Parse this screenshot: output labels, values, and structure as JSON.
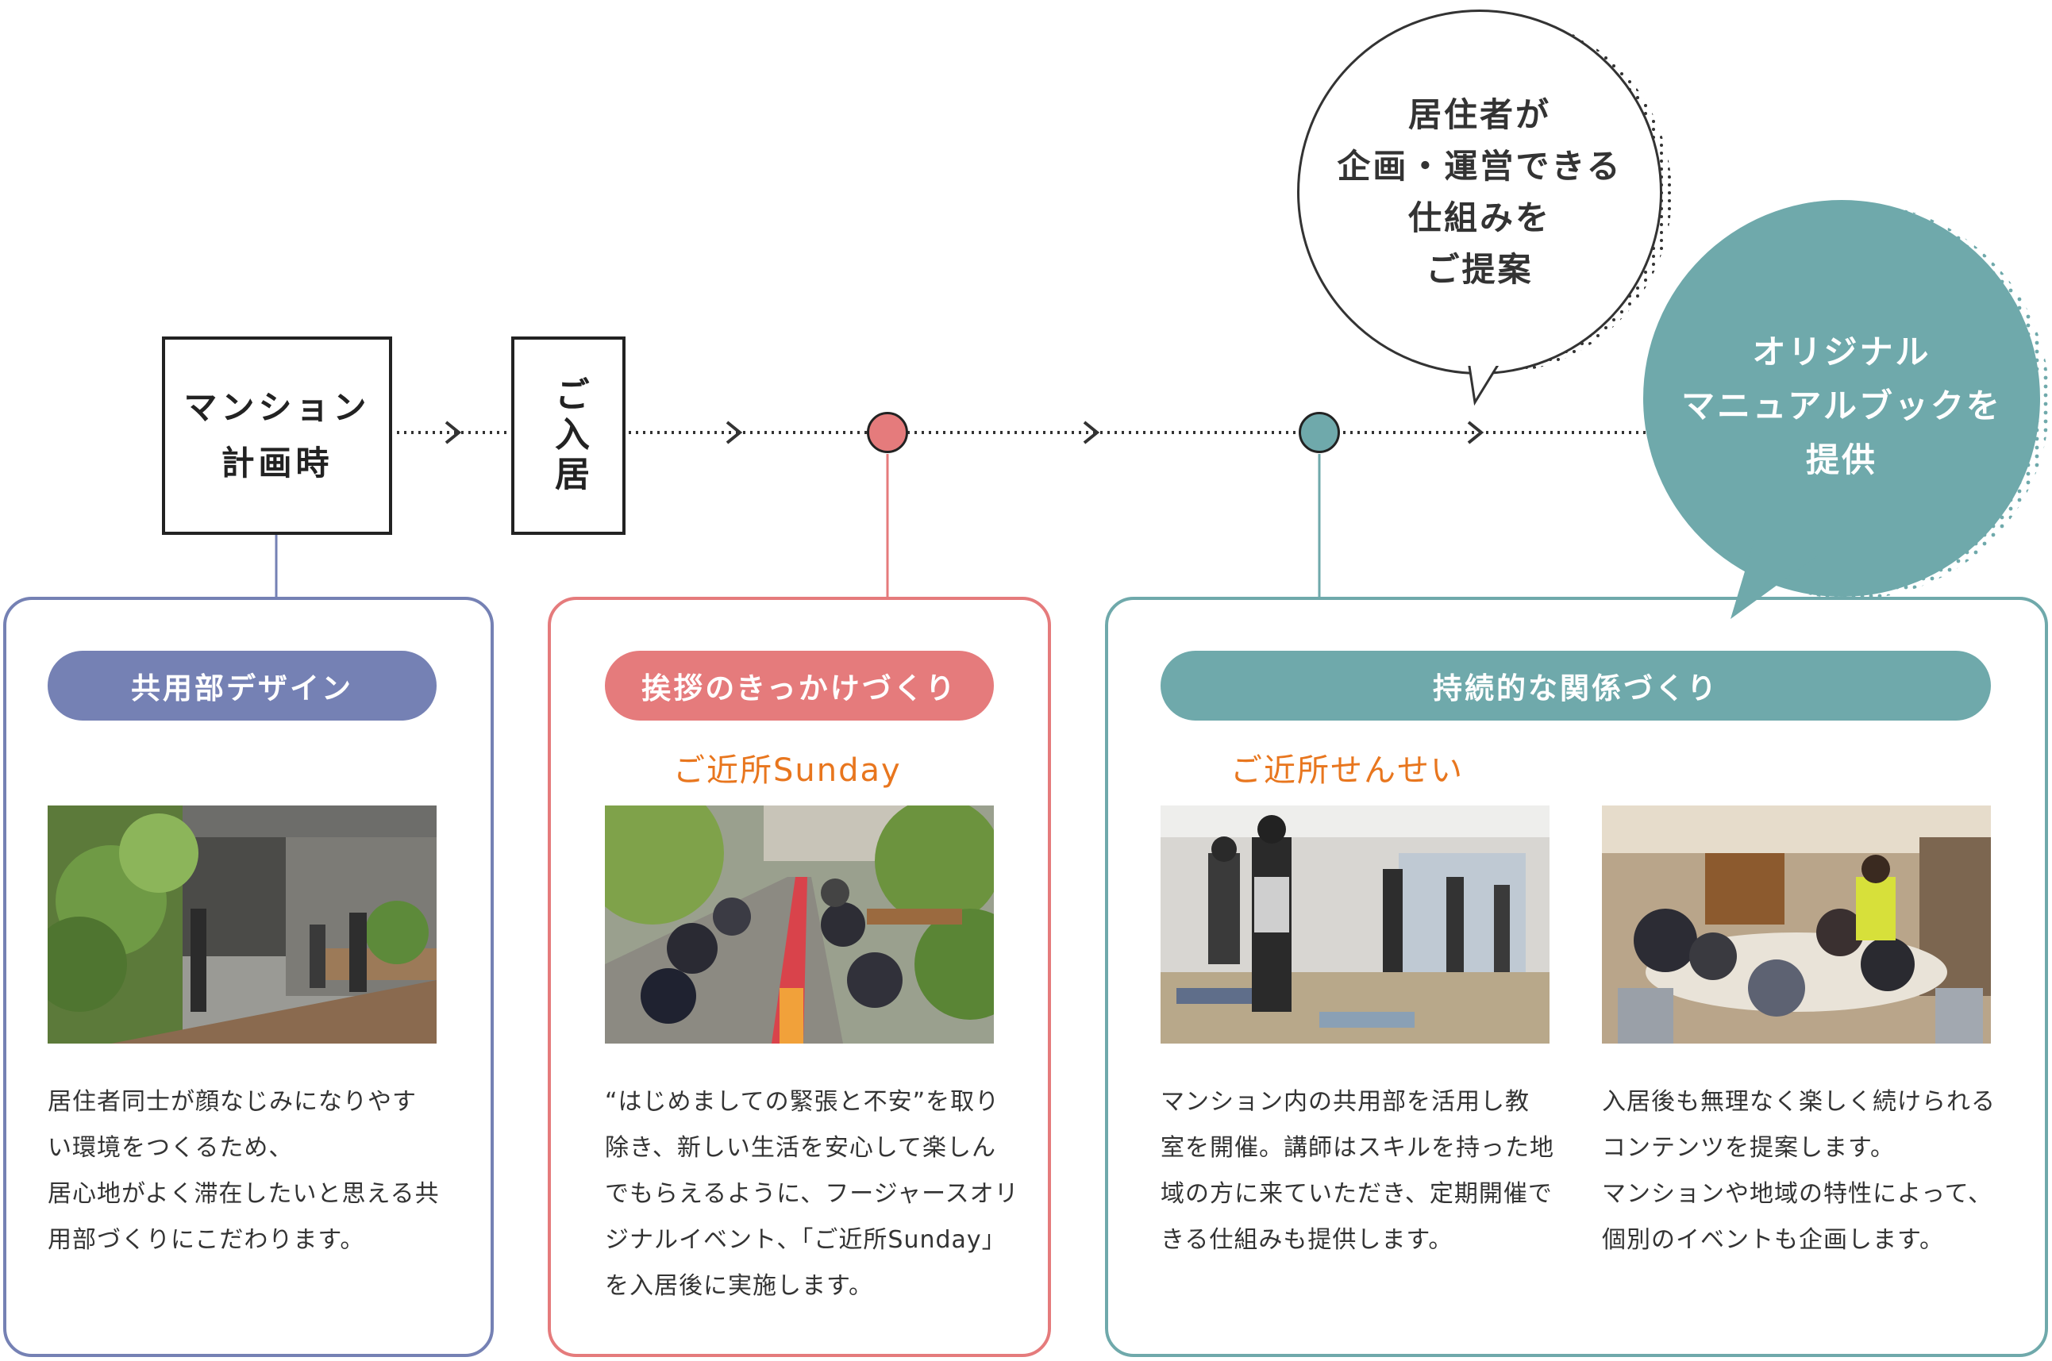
{
  "timeline": {
    "stage_plan": "マンション\n計画時",
    "stage_move_in": "ご入居"
  },
  "bubbles": {
    "resident_planning": "居住者が\n企画・運営できる\n仕組みを\nご提案",
    "manual_book": "オリジナル\nマニュアルブックを\n提供"
  },
  "cards": {
    "common_design": {
      "title": "共用部デザイン",
      "text": "居住者同士が顔なじみになりやす\nい環境をつくるため、\n居心地がよく滞在したいと思える共\n用部づくりにこだわります。"
    },
    "greeting": {
      "title": "挨拶のきっかけづくり",
      "brand": "ご近所Sunday",
      "text": "“はじめましての緊張と不安”を取り\n除き、新しい生活を安心して楽しん\nでもらえるように、フージャースオリ\nジナルイベント、「ご近所Sunday」\nを入居後に実施します。"
    },
    "relationship": {
      "title": "持続的な関係づくり",
      "brand": "ご近所せんせい",
      "text_left": "マンション内の共用部を活用し教\n室を開催。講師はスキルを持った地\n域の方に来ていただき、定期開催で\nきる仕組みも提供します。",
      "text_right": "入居後も無理なく楽しく続けられる\nコンテンツを提案します。\nマンションや地域の特性によって、\n個別のイベントも企画します。"
    }
  },
  "colors": {
    "blue": "#7581b4",
    "pink": "#e57b7c",
    "teal": "#6fa9ab",
    "orange": "#e8761e"
  },
  "icons": [
    "arrow-right-icon",
    "arrow-right-icon",
    "arrow-right-icon",
    "arrow-right-icon"
  ]
}
